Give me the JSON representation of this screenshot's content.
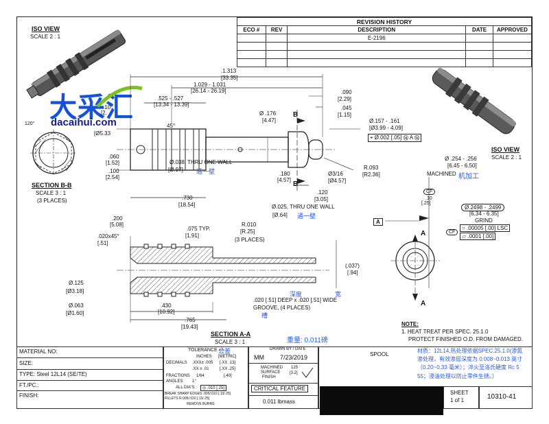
{
  "iso_view_left": {
    "title": "ISO VIEW",
    "scale": "SCALE 2 : 1"
  },
  "iso_view_right": {
    "title": "ISO VIEW",
    "scale": "SCALE 2 : 1"
  },
  "revision": {
    "title": "REVISION HISTORY",
    "headers": [
      "ECO #",
      "REV",
      "DESCRIPTION",
      "DATE",
      "APPROVED"
    ],
    "rows": [
      [
        "",
        "",
        "E-2196",
        "",
        ""
      ],
      [
        "",
        "",
        "",
        "",
        ""
      ],
      [
        "",
        "",
        "",
        "",
        ""
      ],
      [
        "",
        "",
        "",
        "",
        ""
      ]
    ]
  },
  "logo": {
    "main": "大采汇",
    "sub": "dacaihui.com"
  },
  "dims_top": {
    "overall": ".1.313",
    "overall_mm": "[33.35]",
    "d1029": "1.029 - 1.031",
    "d1029_mm": "[26.14 - 26.19]",
    "d525": ".525 - .527",
    "d525_mm": "[13.34 - 13.39]",
    "d10": ".10",
    "d10b": "[2.",
    "d210": "[Ø5.33",
    "angle45": "45°",
    "d090": ".090",
    "d090_mm": "[2.29]",
    "d045": ".045",
    "d045_mm": "[1.15]",
    "dia176": "Ø .176",
    "dia176_mm": "[4.47]",
    "dia157": "Ø.157 - .161",
    "dia157_mm": "[Ø3.99 - 4.09]",
    "fcf": "⌖ Ø.002 [.05] Ⓜ A Ⓜ",
    "sec_b": "B",
    "d060": ".060",
    "d060_mm": "[1.52]",
    "d100": ".100",
    "d100_mm": "[2.54]",
    "hole038": "Ø.038, THRU ONE WALL",
    "hole038_mm": "[Ø.97]",
    "hole038_cn": "通一壁",
    "d730": ".730",
    "d730_mm": "[18.54]",
    "d180": ".180",
    "d180_mm": "[4.57]",
    "d316": "Ø3/16",
    "d316_mm": "[Ø4.57]",
    "d120": ".120",
    "d120_mm": "[3.05]",
    "r093": "R.093",
    "r093_mm": "[R2.36]",
    "hole025": "Ø.025, THRU ONE WALL",
    "hole025_mm": "[Ø.64]",
    "hole025_cn": "通一壁"
  },
  "section_bb": {
    "title": "SECTION B-B",
    "scale": "SCALE 3 : 1",
    "note": "(3 PLACES)",
    "angle": "120°"
  },
  "right_view": {
    "dia254": "Ø .254 - .256",
    "dia254_mm": "[6.45 - 6.50]",
    "machined": "MACHINED",
    "machined_cn": "机加工",
    "cf1": "CF",
    "d10": ".10",
    "d25": "[.25]",
    "dia2498": "Ø.2498 - .2499",
    "dia2498_mm": "[6.34 - 6.35]",
    "grind": "GRIND",
    "cf2": "CF",
    "circ": "○ .00005 [.00] LSC",
    "flat": "▱ .0001 [.00]",
    "datum": "A",
    "sec_a_top": "A",
    "sec_a_bot": "A"
  },
  "section_aa": {
    "title": "SECTION A-A",
    "scale": "SCALE 3 : 1",
    "d200": ".200",
    "d200_mm": "[5.08]",
    "chamfer": ".020x45°",
    "chamfer_mm": "[.51]",
    "d075": ".075  TYP.",
    "d075_mm": "[1.91]",
    "r010": "R.010",
    "r010_mm": "[R.25]",
    "r010_note": "(3 PLACES)",
    "d037": "(.037)",
    "d037_mm": "[.94]",
    "d125": "Ø.125",
    "d125_mm": "[Ø3.18]",
    "d063": "Ø.063",
    "d063_mm": "[Ø1.60]",
    "d430": ".430",
    "d430_mm": "[10.92]",
    "d765": ".765",
    "d765_mm": "[19.43]",
    "groove_cn1": "深度",
    "groove_cn2": "宽",
    "groove": ".020 [.51] DEEP x .020 [.51] WIDE",
    "groove2": "GROOVE, (4 PLACES)",
    "groove_cn3": "槽",
    "weight_cn": "重量: 0.011磅"
  },
  "notes": {
    "title": "NOTE:",
    "line1": "1. HEAT TREAT PER SPEC. 25.1.0",
    "line2": "PROTECT FINISHED O.D. FROM DAMAGED."
  },
  "title_block": {
    "material_label": "MATERIAL NO:",
    "size_label": "SIZE:",
    "type": "TYPE: Steel 12L14 (SE/TE)",
    "ft_label": "FT./PC.:",
    "finish_label": "FINISH:",
    "tol_title": "TOLERANCE +\\-",
    "tol_cn": "公差",
    "inches": "INCHES",
    "metric": "[METRIC]",
    "decimals": "DECIMALS",
    "xxx": ".XXX± .005",
    "xxx_mm": "[.XX .13]",
    "xx": ".XX ± .01",
    "xx_mm": "[.XX .25]",
    "fractions": "FRACTIONS",
    "frac": "1/64",
    "frac_mm": "[.40]",
    "angles": "ANGLES",
    "angles_val": "1°",
    "alldias": "ALL DIA'S.",
    "alldias_val": "◎ .010 [.25]",
    "break": "BREAK SHARP EDGES .005/.010 [.13/.25]",
    "fillets": "FILLETS               R.005/.010 [.13/.25]",
    "burrs": "REMOVE BURRS",
    "drawn": "DRAWN BY / DATE",
    "drawn_by": "MM",
    "date": "7/23/2019",
    "surface1": "MACHINED",
    "surface2": "SURFACE",
    "surface3": "FINISH",
    "surface_val": "125",
    "surface_mm": "[3.2]",
    "critical": "CRITICAL FEATURE",
    "mass": "0.011 lbmass",
    "part": "SPOOL",
    "cn_note1": "材质：12L14,热处理依据SPEC.25.1.0(渗氮",
    "cn_note2": "渗处理，有效渗层深度为 0.008~0.013 英寸",
    "cn_note3": "（0.20~0.33 毫米）；淬火至洛氏硬度 Rc 5",
    "cn_note4": "55；浸油处理以防止零件生锈。）",
    "sheet": "SHEET",
    "sheet_val": "1 of 1",
    "dwg": "10310-41"
  }
}
